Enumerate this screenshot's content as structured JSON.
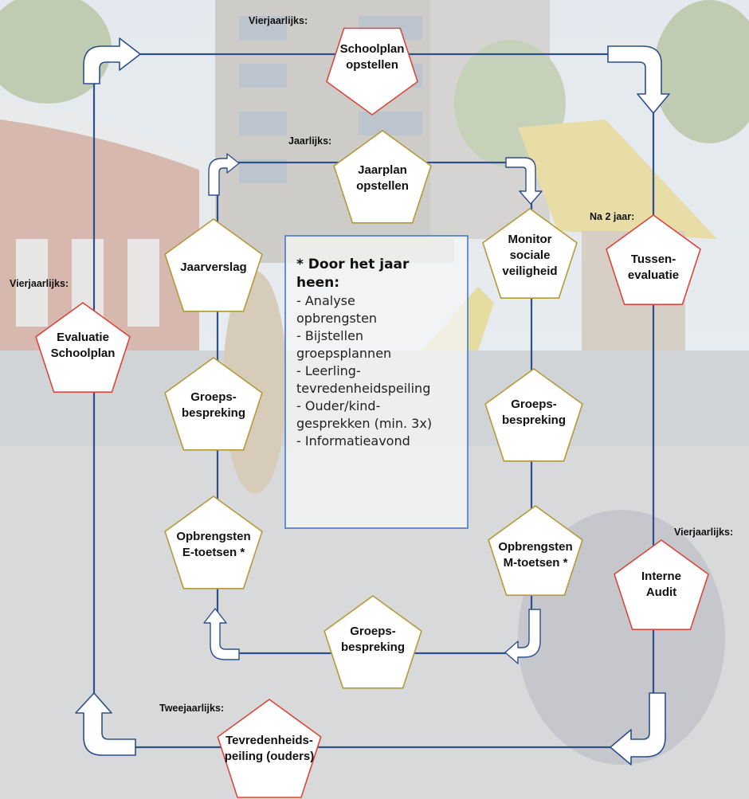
{
  "colors": {
    "outer_border": "#d9483b",
    "inner_border": "#b59a3a",
    "line": "#2d4f8c",
    "box_border": "#3b73c4"
  },
  "outer_cycle": {
    "schoolplan": {
      "cadence": "Vierjaarlijks:",
      "lines": [
        "Schoolplan",
        "opstellen"
      ]
    },
    "tussen": {
      "cadence": "Na 2 jaar:",
      "lines": [
        "Tussen-",
        "evaluatie"
      ]
    },
    "audit": {
      "cadence": "Vierjaarlijks:",
      "lines": [
        "Interne",
        "Audit"
      ]
    },
    "tevreden": {
      "cadence": "Tweejaarlijks:",
      "lines": [
        "Tevredenheids-",
        "peiling (ouders)"
      ]
    },
    "evaluatie": {
      "cadence": "Vierjaarlijks:",
      "lines": [
        "Evaluatie",
        "Schoolplan"
      ]
    }
  },
  "inner_cycle": {
    "cadence": "Jaarlijks:",
    "jaarplan": {
      "lines": [
        "Jaarplan",
        "opstellen"
      ]
    },
    "monitor": {
      "lines": [
        "Monitor",
        "sociale",
        "veiligheid"
      ]
    },
    "groeps_right": {
      "lines": [
        "Groeps-",
        "bespreking"
      ]
    },
    "mtoetsen": {
      "lines": [
        "Opbrengsten",
        "M-toetsen *"
      ]
    },
    "groeps_bottom": {
      "lines": [
        "Groeps-",
        "bespreking"
      ]
    },
    "etoetsen": {
      "lines": [
        "Opbrengsten",
        "E-toetsen *"
      ]
    },
    "groeps_left": {
      "lines": [
        "Groeps-",
        "bespreking"
      ]
    },
    "jaarverslag": {
      "lines": [
        "Jaarverslag"
      ]
    }
  },
  "center_box": {
    "title_lines": [
      "* Door het jaar",
      "heen:"
    ],
    "items": [
      "- Analyse",
      "opbrengsten",
      "- Bijstellen",
      "groepsplannen",
      "- Leerling-",
      "tevredenheidspeiling",
      "- Ouder/kind-",
      "gesprekken (min. 3x)",
      "- Informatieavond"
    ]
  }
}
